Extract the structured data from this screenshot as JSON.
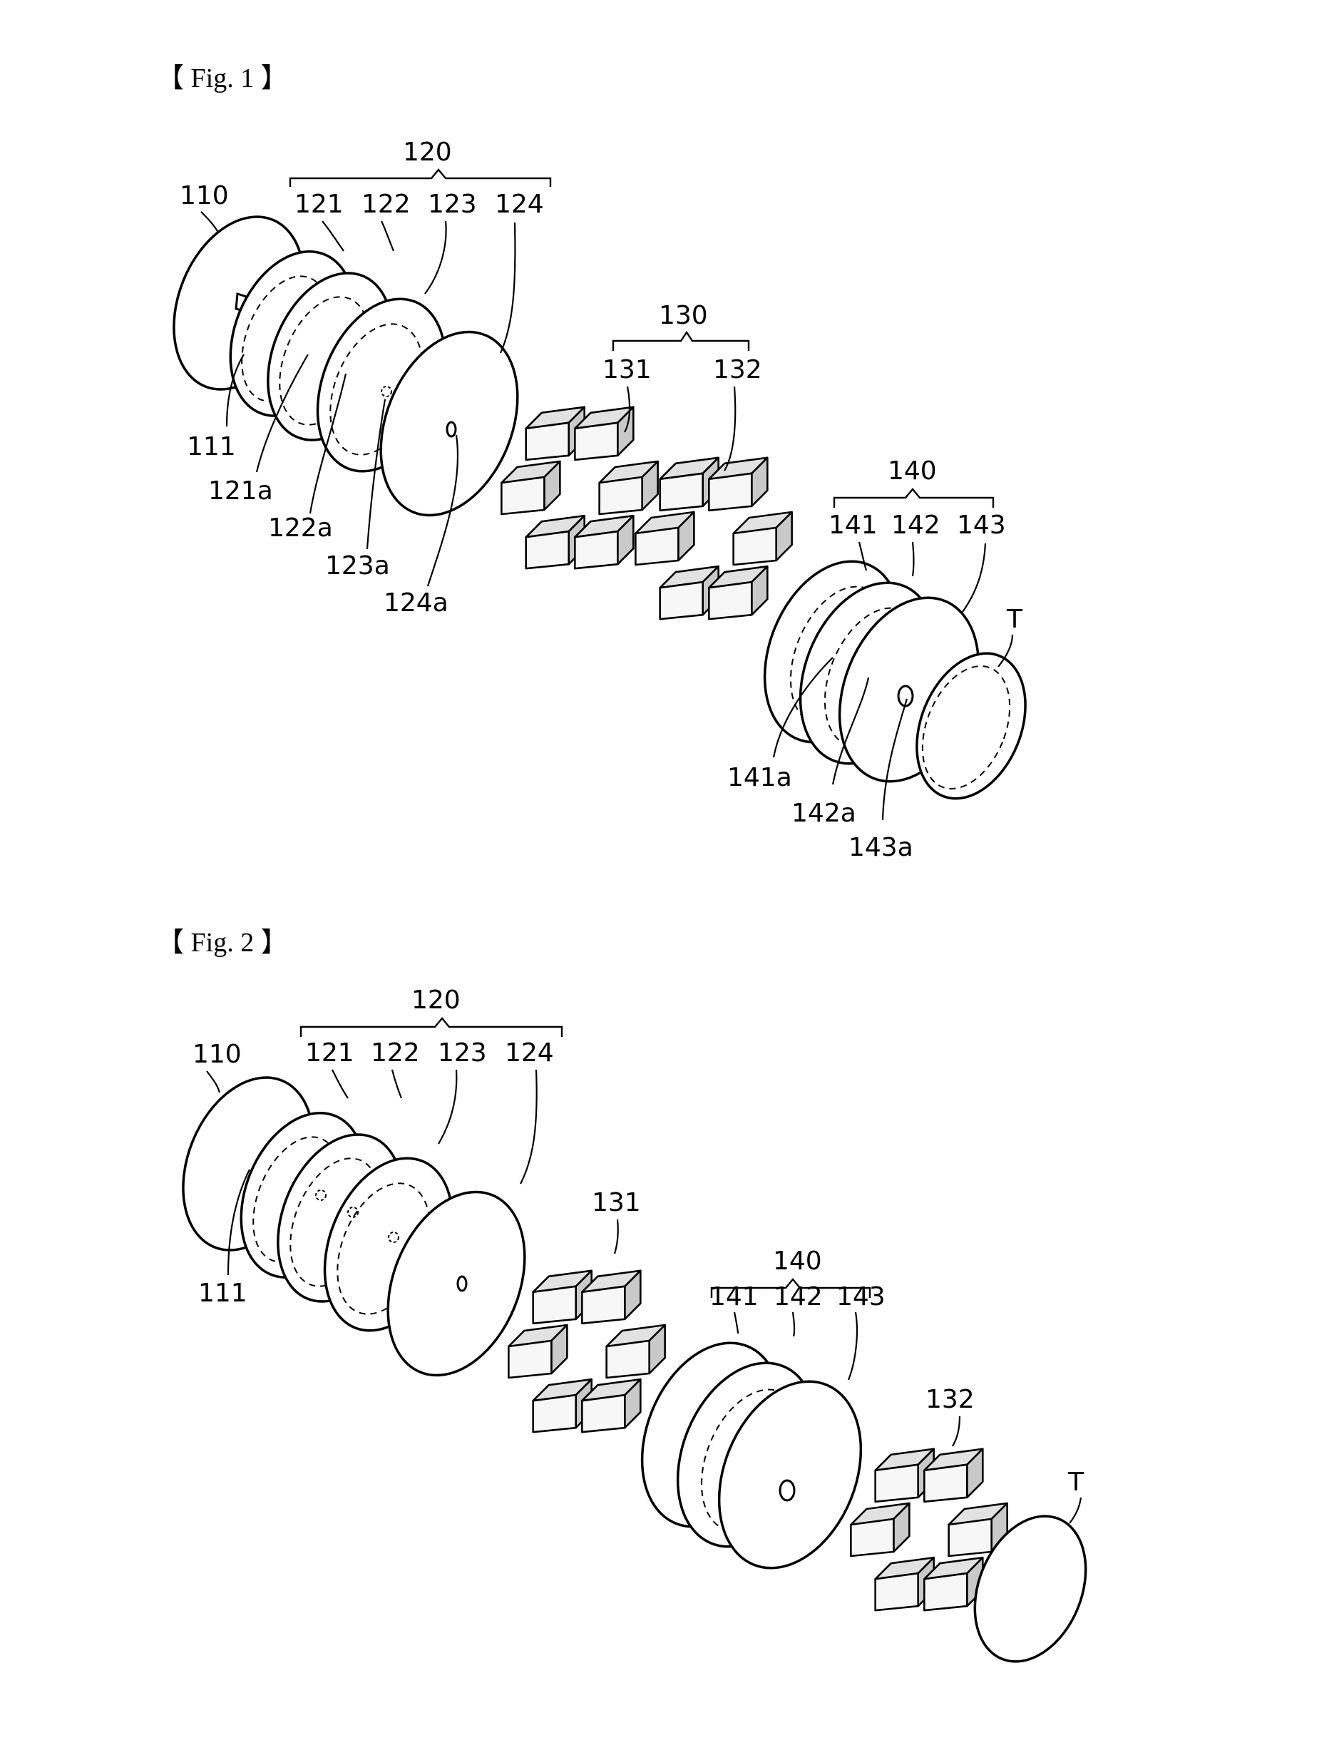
{
  "figures": [
    {
      "caption": "【 Fig. 1 】",
      "labels": {
        "l110": "110",
        "l111": "111",
        "l120": "120",
        "l121": "121",
        "l122": "122",
        "l123": "123",
        "l124": "124",
        "l121a": "121a",
        "l122a": "122a",
        "l123a": "123a",
        "l124a": "124a",
        "l130": "130",
        "l131": "131",
        "l132": "132",
        "l140": "140",
        "l141": "141",
        "l142": "142",
        "l143": "143",
        "l141a": "141a",
        "l142a": "142a",
        "l143a": "143a",
        "lT": "T"
      }
    },
    {
      "caption": "【 Fig. 2 】",
      "labels": {
        "l110": "110",
        "l111": "111",
        "l120": "120",
        "l121": "121",
        "l122": "122",
        "l123": "123",
        "l124": "124",
        "l131": "131",
        "l132": "132",
        "l140": "140",
        "l141": "141",
        "l142": "142",
        "l143": "143",
        "lT": "T"
      }
    }
  ]
}
